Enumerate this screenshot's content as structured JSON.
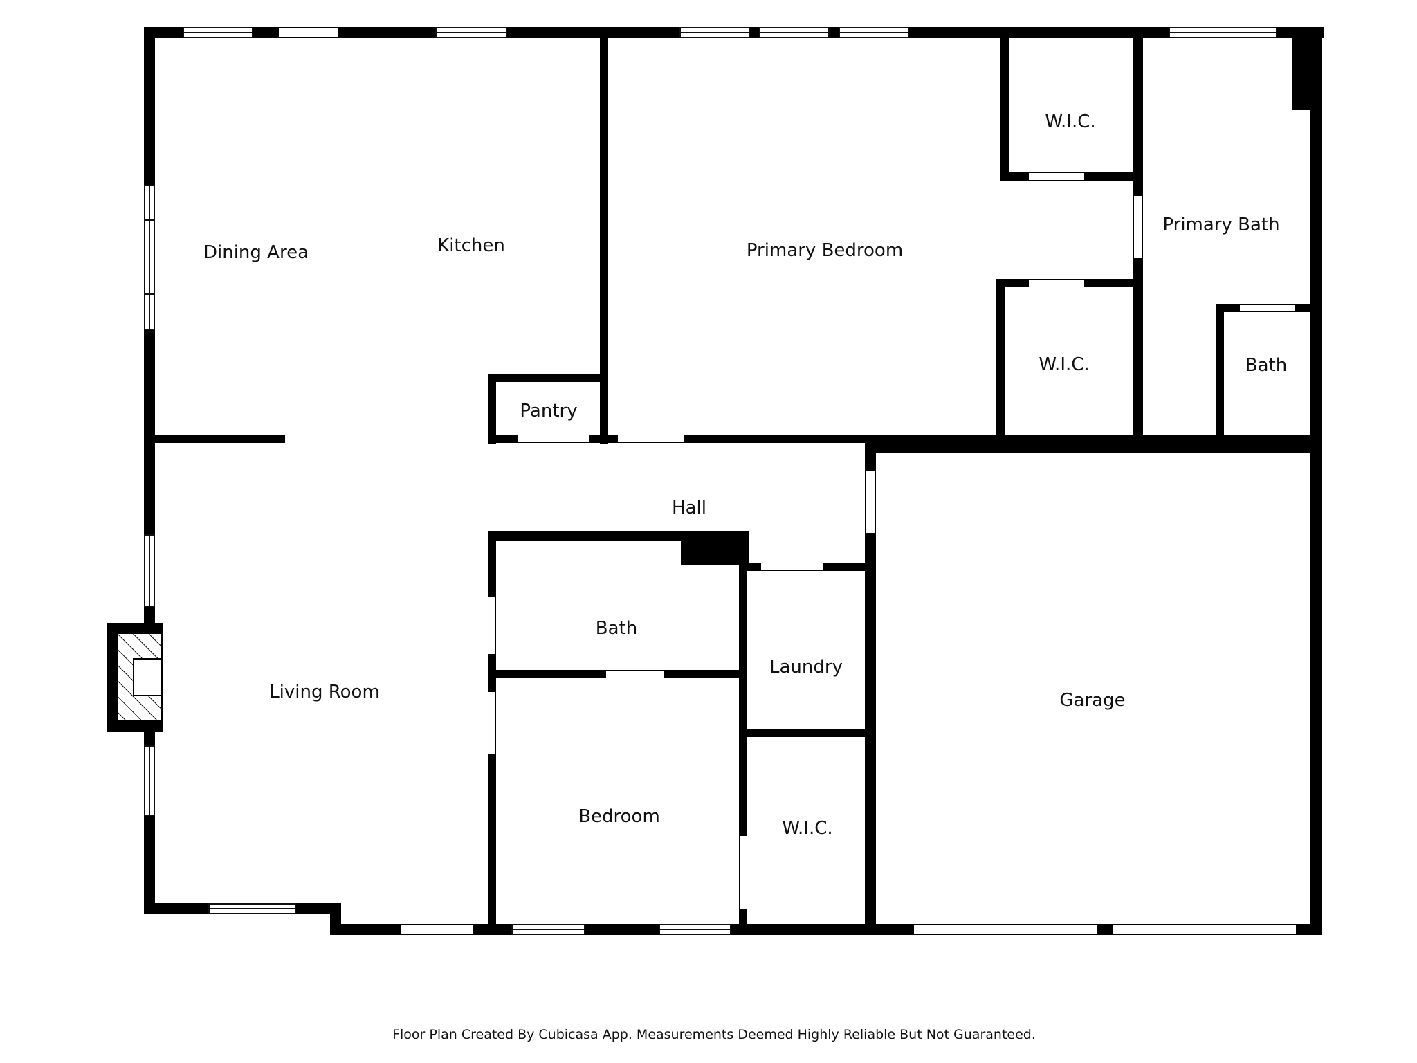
{
  "rooms": {
    "dining_area": "Dining Area",
    "kitchen": "Kitchen",
    "primary_bedroom": "Primary Bedroom",
    "wic_1": "W.I.C.",
    "primary_bath": "Primary Bath",
    "wic_2": "W.I.C.",
    "bath_1": "Bath",
    "pantry": "Pantry",
    "hall": "Hall",
    "living_room": "Living Room",
    "bath_2": "Bath",
    "laundry": "Laundry",
    "garage": "Garage",
    "bedroom": "Bedroom",
    "wic_3": "W.I.C."
  },
  "footer": "Floor Plan Created By Cubicasa App. Measurements Deemed Highly Reliable But Not Guaranteed."
}
